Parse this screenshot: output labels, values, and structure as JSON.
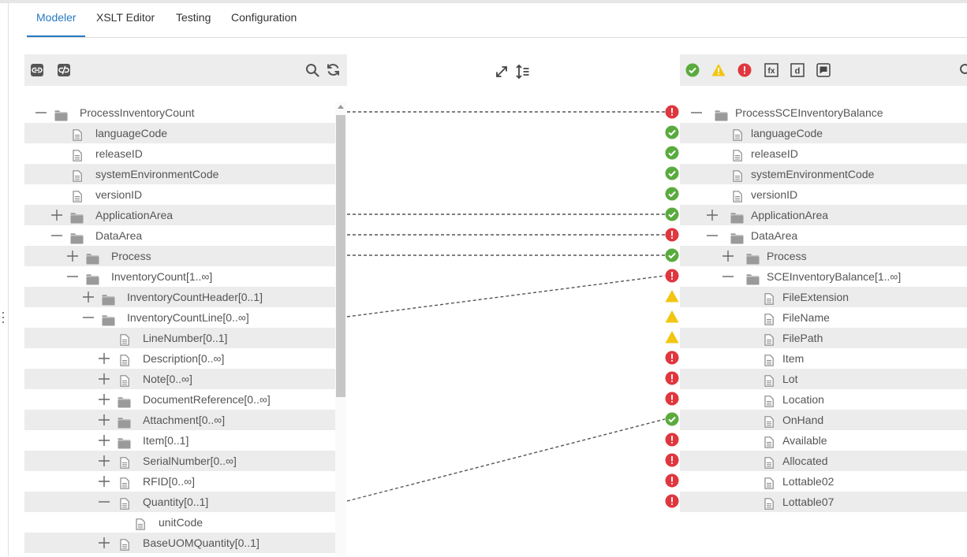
{
  "tabs": [
    {
      "label": "Modeler",
      "active": true
    },
    {
      "label": "XSLT Editor",
      "active": false
    },
    {
      "label": "Testing",
      "active": false
    },
    {
      "label": "Configuration",
      "active": false
    }
  ],
  "left_toolbar": {
    "icons": [
      "link-icon",
      "unlink-icon",
      "search-icon",
      "refresh-icon"
    ]
  },
  "center_toolbar": {
    "icons": [
      "expand-icon",
      "sort-lines-icon"
    ]
  },
  "right_toolbar": {
    "icons": [
      "success-filter-icon",
      "warning-filter-icon",
      "error-filter-icon",
      "function-icon",
      "data-icon",
      "comment-icon",
      "search-icon"
    ]
  },
  "colors": {
    "accent": "#2a7ac0",
    "ok": "#5aab3e",
    "warn": "#f2c511",
    "error": "#e0363d",
    "icon": "#9a9a9a"
  },
  "source_tree": [
    {
      "label": "ProcessInventoryCount",
      "type": "folder",
      "expander": "minus",
      "depth": 0
    },
    {
      "label": "languageCode",
      "type": "file",
      "expander": "",
      "depth": 1
    },
    {
      "label": "releaseID",
      "type": "file",
      "expander": "",
      "depth": 1
    },
    {
      "label": "systemEnvironmentCode",
      "type": "file",
      "expander": "",
      "depth": 1
    },
    {
      "label": "versionID",
      "type": "file",
      "expander": "",
      "depth": 1
    },
    {
      "label": "ApplicationArea",
      "type": "folder",
      "expander": "plus",
      "depth": 1
    },
    {
      "label": "DataArea",
      "type": "folder",
      "expander": "minus",
      "depth": 1
    },
    {
      "label": "Process",
      "type": "folder",
      "expander": "plus",
      "depth": 2
    },
    {
      "label": "InventoryCount[1..∞]",
      "type": "folder",
      "expander": "minus",
      "depth": 2
    },
    {
      "label": "InventoryCountHeader[0..1]",
      "type": "folder",
      "expander": "plus",
      "depth": 3
    },
    {
      "label": "InventoryCountLine[0..∞]",
      "type": "folder",
      "expander": "minus",
      "depth": 3
    },
    {
      "label": "LineNumber[0..1]",
      "type": "file",
      "expander": "",
      "depth": 4
    },
    {
      "label": "Description[0..∞]",
      "type": "file",
      "expander": "plus",
      "depth": 4
    },
    {
      "label": "Note[0..∞]",
      "type": "file",
      "expander": "plus",
      "depth": 4
    },
    {
      "label": "DocumentReference[0..∞]",
      "type": "folder",
      "expander": "plus",
      "depth": 4
    },
    {
      "label": "Attachment[0..∞]",
      "type": "folder",
      "expander": "plus",
      "depth": 4
    },
    {
      "label": "Item[0..1]",
      "type": "folder",
      "expander": "plus",
      "depth": 4
    },
    {
      "label": "SerialNumber[0..∞]",
      "type": "file",
      "expander": "plus",
      "depth": 4
    },
    {
      "label": "RFID[0..∞]",
      "type": "file",
      "expander": "plus",
      "depth": 4
    },
    {
      "label": "Quantity[0..1]",
      "type": "file",
      "expander": "minus",
      "depth": 4
    },
    {
      "label": "unitCode",
      "type": "file",
      "expander": "",
      "depth": 5
    },
    {
      "label": "BaseUOMQuantity[0..1]",
      "type": "file",
      "expander": "plus",
      "depth": 4
    }
  ],
  "target_tree": [
    {
      "label": "ProcessSCEInventoryBalance",
      "type": "folder",
      "expander": "minus",
      "depth": 0,
      "status": "error"
    },
    {
      "label": "languageCode",
      "type": "file",
      "expander": "",
      "depth": 1,
      "status": "ok"
    },
    {
      "label": "releaseID",
      "type": "file",
      "expander": "",
      "depth": 1,
      "status": "ok"
    },
    {
      "label": "systemEnvironmentCode",
      "type": "file",
      "expander": "",
      "depth": 1,
      "status": "ok"
    },
    {
      "label": "versionID",
      "type": "file",
      "expander": "",
      "depth": 1,
      "status": "ok"
    },
    {
      "label": "ApplicationArea",
      "type": "folder",
      "expander": "plus",
      "depth": 1,
      "status": "ok"
    },
    {
      "label": "DataArea",
      "type": "folder",
      "expander": "minus",
      "depth": 1,
      "status": "error"
    },
    {
      "label": "Process",
      "type": "folder",
      "expander": "plus",
      "depth": 2,
      "status": "ok"
    },
    {
      "label": "SCEInventoryBalance[1..∞]",
      "type": "folder",
      "expander": "minus",
      "depth": 2,
      "status": "error"
    },
    {
      "label": "FileExtension",
      "type": "file",
      "expander": "",
      "depth": 3,
      "status": "warning"
    },
    {
      "label": "FileName",
      "type": "file",
      "expander": "",
      "depth": 3,
      "status": "warning"
    },
    {
      "label": "FilePath",
      "type": "file",
      "expander": "",
      "depth": 3,
      "status": "warning"
    },
    {
      "label": "Item",
      "type": "file",
      "expander": "",
      "depth": 3,
      "status": "error"
    },
    {
      "label": "Lot",
      "type": "file",
      "expander": "",
      "depth": 3,
      "status": "error"
    },
    {
      "label": "Location",
      "type": "file",
      "expander": "",
      "depth": 3,
      "status": "error"
    },
    {
      "label": "OnHand",
      "type": "file",
      "expander": "",
      "depth": 3,
      "status": "ok"
    },
    {
      "label": "Available",
      "type": "file",
      "expander": "",
      "depth": 3,
      "status": "error"
    },
    {
      "label": "Allocated",
      "type": "file",
      "expander": "",
      "depth": 3,
      "status": "error"
    },
    {
      "label": "Lottable02",
      "type": "file",
      "expander": "",
      "depth": 3,
      "status": "error"
    },
    {
      "label": "Lottable07",
      "type": "file",
      "expander": "",
      "depth": 3,
      "status": "error"
    }
  ],
  "mappings": [
    {
      "source": "ProcessInventoryCount",
      "target": "ProcessSCEInventoryBalance"
    },
    {
      "source": "ApplicationArea",
      "target": "ApplicationArea"
    },
    {
      "source": "DataArea",
      "target": "DataArea"
    },
    {
      "source": "Process",
      "target": "Process"
    },
    {
      "source": "InventoryCountLine[0..∞]",
      "target": "SCEInventoryBalance[1..∞]"
    },
    {
      "source": "Quantity[0..1]",
      "target": "OnHand"
    }
  ]
}
